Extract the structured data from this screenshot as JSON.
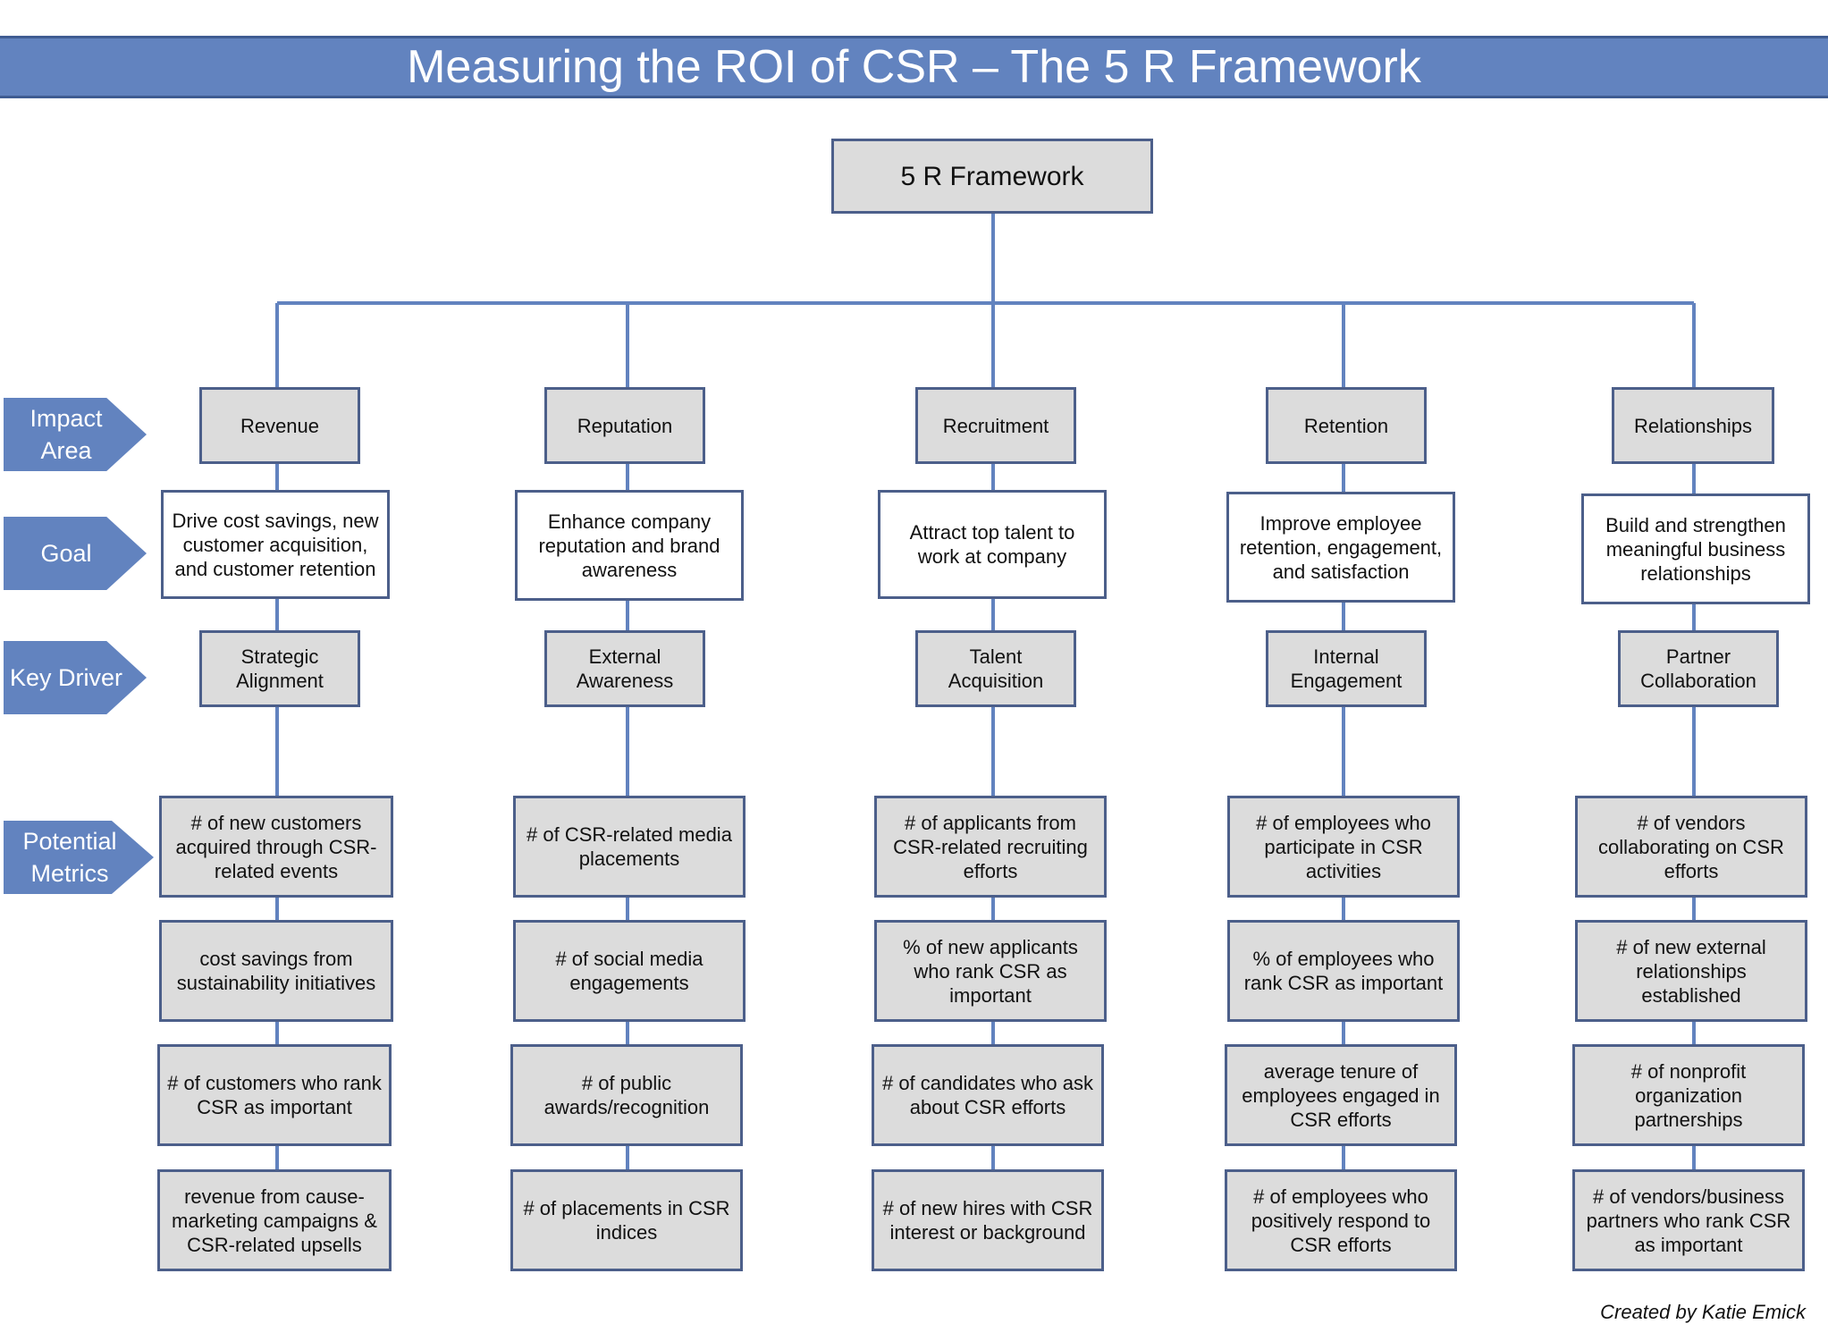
{
  "title": "Measuring the ROI of CSR – The 5 R Framework",
  "root": "5 R Framework",
  "row_labels": {
    "impact_area": "Impact Area",
    "goal": "Goal",
    "key_driver": "Key Driver",
    "potential_metrics": "Potential Metrics"
  },
  "columns": [
    {
      "impact_area": "Revenue",
      "goal": "Drive cost savings, new customer acquisition, and customer retention",
      "key_driver": "Strategic Alignment",
      "metrics": [
        "# of new customers acquired through CSR-related events",
        "cost savings from sustainability initiatives",
        "# of customers who rank CSR as important",
        "revenue from cause-marketing campaigns & CSR-related upsells"
      ]
    },
    {
      "impact_area": "Reputation",
      "goal": "Enhance company reputation and brand awareness",
      "key_driver": "External Awareness",
      "metrics": [
        "# of CSR-related media placements",
        "# of social media engagements",
        "# of public awards/recognition",
        "# of placements in CSR indices"
      ]
    },
    {
      "impact_area": "Recruitment",
      "goal": "Attract top talent to work at company",
      "key_driver": "Talent Acquisition",
      "metrics": [
        "# of applicants from CSR-related recruiting efforts",
        "% of new applicants who rank CSR as important",
        "# of candidates who ask about CSR efforts",
        "# of new hires with CSR interest or background"
      ]
    },
    {
      "impact_area": "Retention",
      "goal": "Improve employee retention, engagement, and satisfaction",
      "key_driver": "Internal Engagement",
      "metrics": [
        "# of employees who participate in CSR activities",
        "% of employees who rank CSR as important",
        "average tenure of employees engaged in CSR efforts",
        "# of employees who positively respond to CSR efforts"
      ]
    },
    {
      "impact_area": "Relationships",
      "goal": "Build and strengthen meaningful business relationships",
      "key_driver": "Partner Collaboration",
      "metrics": [
        "# of vendors collaborating on CSR efforts",
        "# of new external relationships established",
        "# of nonprofit organization partnerships",
        "# of vendors/business partners who rank CSR as important"
      ]
    }
  ],
  "credit": "Created by Katie Emick",
  "colors": {
    "title_bar": "#6283bf",
    "box_fill": "#dcdcdc",
    "box_border": "#4c5f8a",
    "connector": "#6283bf"
  }
}
